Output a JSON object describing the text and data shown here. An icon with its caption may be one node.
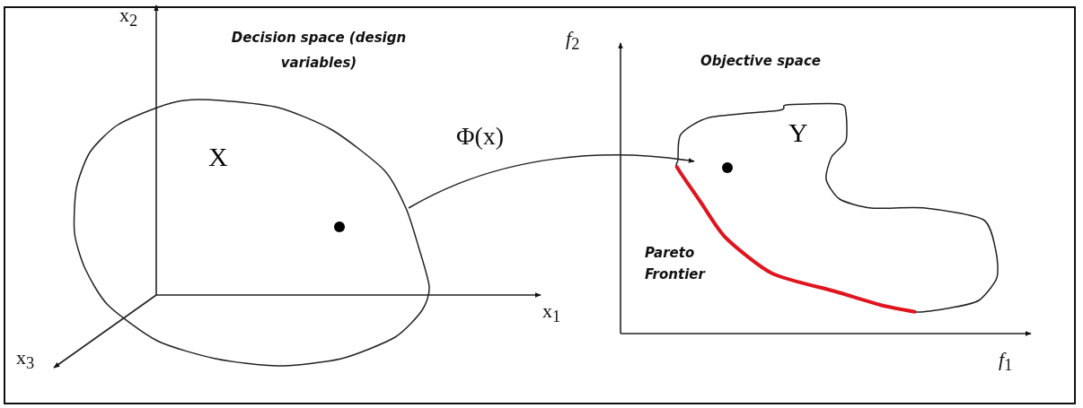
{
  "diagram": {
    "nodes": [
      {
        "text": [
          "X"
        ]
      },
      {
        "text": [
          "Y"
        ]
      }
    ],
    "edges": [
      {
        "from": 0,
        "to": 1,
        "arrow": "to",
        "label": "Φ(x)"
      }
    ],
    "labels": [
      "x$_{2}$",
      "Decision space (design variables)",
      "*f*$_{2}$",
      "Objective space",
      "x$_{1}$",
      "Pareto Frontier",
      "x$_{3}$",
      "*f*$_{1}$"
    ]
  }
}
